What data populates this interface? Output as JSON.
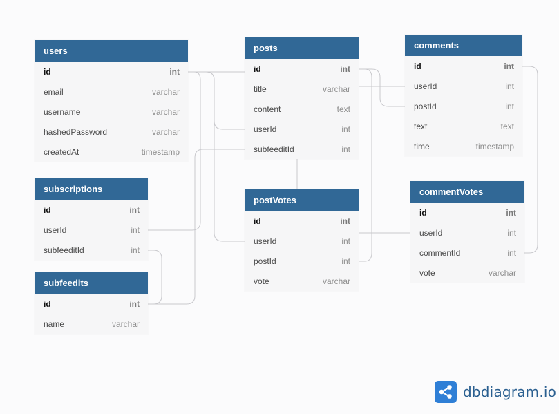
{
  "tables": {
    "users": {
      "name": "users",
      "fields": [
        {
          "name": "id",
          "type": "int"
        },
        {
          "name": "email",
          "type": "varchar"
        },
        {
          "name": "username",
          "type": "varchar"
        },
        {
          "name": "hashedPassword",
          "type": "varchar"
        },
        {
          "name": "createdAt",
          "type": "timestamp"
        }
      ]
    },
    "subscriptions": {
      "name": "subscriptions",
      "fields": [
        {
          "name": "id",
          "type": "int"
        },
        {
          "name": "userId",
          "type": "int"
        },
        {
          "name": "subfeeditId",
          "type": "int"
        }
      ]
    },
    "subfeedits": {
      "name": "subfeedits",
      "fields": [
        {
          "name": "id",
          "type": "int"
        },
        {
          "name": "name",
          "type": "varchar"
        }
      ]
    },
    "posts": {
      "name": "posts",
      "fields": [
        {
          "name": "id",
          "type": "int"
        },
        {
          "name": "title",
          "type": "varchar"
        },
        {
          "name": "content",
          "type": "text"
        },
        {
          "name": "userId",
          "type": "int"
        },
        {
          "name": "subfeeditId",
          "type": "int"
        }
      ]
    },
    "postVotes": {
      "name": "postVotes",
      "fields": [
        {
          "name": "id",
          "type": "int"
        },
        {
          "name": "userId",
          "type": "int"
        },
        {
          "name": "postId",
          "type": "int"
        },
        {
          "name": "vote",
          "type": "varchar"
        }
      ]
    },
    "comments": {
      "name": "comments",
      "fields": [
        {
          "name": "id",
          "type": "int"
        },
        {
          "name": "userId",
          "type": "int"
        },
        {
          "name": "postId",
          "type": "int"
        },
        {
          "name": "text",
          "type": "text"
        },
        {
          "name": "time",
          "type": "timestamp"
        }
      ]
    },
    "commentVotes": {
      "name": "commentVotes",
      "fields": [
        {
          "name": "id",
          "type": "int"
        },
        {
          "name": "userId",
          "type": "int"
        },
        {
          "name": "commentId",
          "type": "int"
        },
        {
          "name": "vote",
          "type": "varchar"
        }
      ]
    }
  },
  "brand": {
    "name": "dbdiagram.io",
    "icon": "share-nodes-icon",
    "color": "#2f7fd6"
  },
  "colors": {
    "header": "#316896",
    "table_body": "#f6f6f7",
    "connector": "#c8c8cc"
  }
}
